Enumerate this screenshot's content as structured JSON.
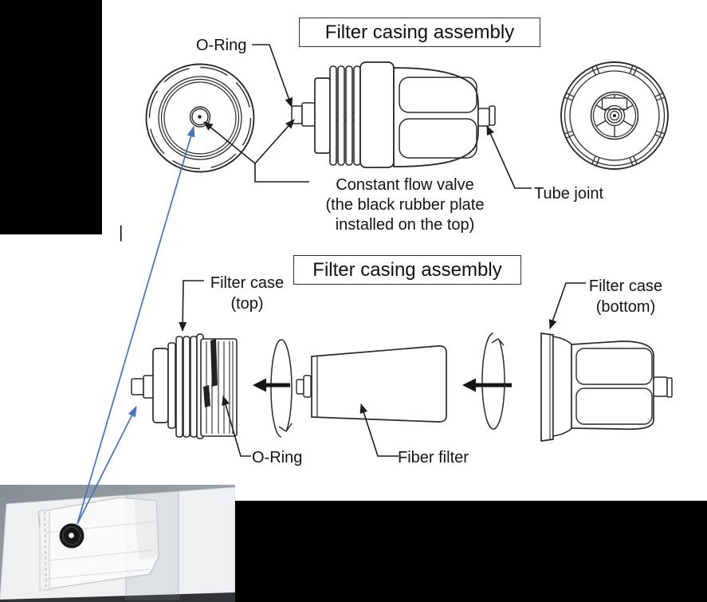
{
  "page": {
    "stray_text": "|",
    "colors": {
      "line": "#2a2a2a",
      "text": "#141414",
      "blue_arrow": "#4472c4",
      "panel_black": "#000000",
      "photo_background": "#9aa0a8",
      "photo_box": "#f0f1f3",
      "o_ring_black": "#17181a"
    }
  },
  "section_top": {
    "title": "Filter casing assembly",
    "labels": {
      "o_ring": "O-Ring",
      "constant_flow_valve": [
        "Constant flow valve",
        "(the black rubber plate",
        "installed on the top)"
      ],
      "tube_joint": "Tube joint"
    }
  },
  "section_middle": {
    "title": "Filter casing assembly",
    "labels": {
      "filter_case_top": [
        "Filter case",
        "(top)"
      ],
      "filter_case_bottom": [
        "Filter case",
        "(bottom)"
      ],
      "o_ring": "O-Ring",
      "fiber_filter": "Fiber filter"
    }
  },
  "photo": {
    "alt": "O-ring in plastic bag"
  }
}
